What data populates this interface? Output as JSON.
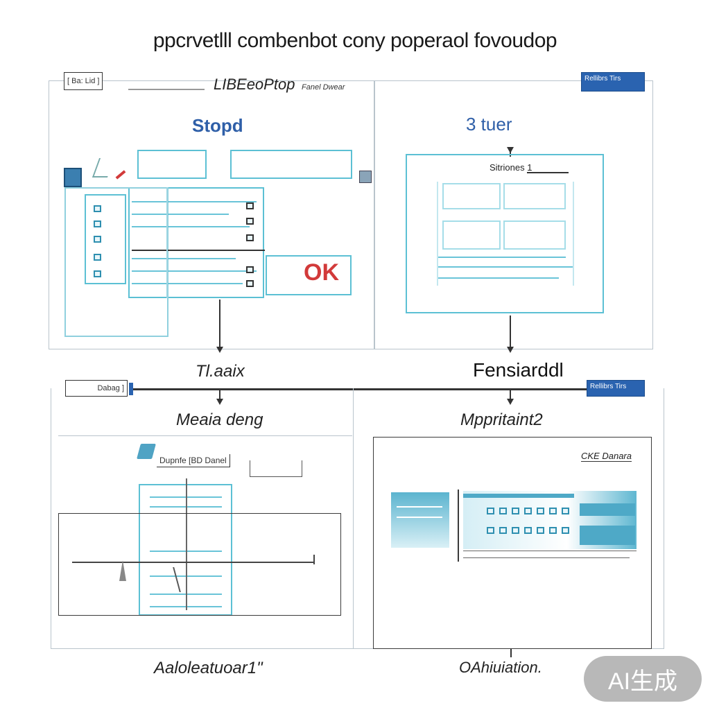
{
  "title": "ppcrvetlll combenbot cony poperaol fovoudop",
  "top_left": {
    "header_tag": "LIBEeoPtop",
    "header_sub": "Fanel Dwear",
    "label": "Stopd",
    "ok_text": "OK"
  },
  "top_right": {
    "badge": "Rellibrs Tirs",
    "label": "3 tuer",
    "subtitle": "Sitriones 1"
  },
  "mid_left_label": "Tl.aaix",
  "mid_right_label": "Fensiarddl",
  "bottom_left": {
    "tag": "Dupnfe [BD Danel",
    "title": "Meaia deng",
    "caption": "Aaloleatuoar1\""
  },
  "bottom_right": {
    "badge": "Rellibrs Tirs",
    "title": "Mppritaint2",
    "tag": "CKE Danara",
    "caption": "OAhiuiation."
  },
  "small_tags": [
    "[ Ba: Lid ]",
    "Dabag ]"
  ],
  "watermark": "AI生成",
  "colors": {
    "accent_blue": "#2a63b0",
    "diagram_cyan": "#5cc0d4",
    "ok_red": "#d23a3a"
  },
  "chart_data": null
}
